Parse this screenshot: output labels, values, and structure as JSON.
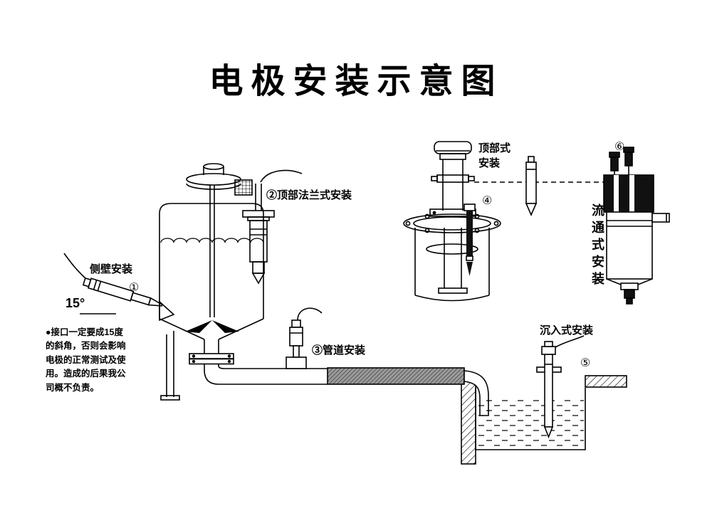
{
  "title": "电极安装示意图",
  "labels": {
    "side_wall_name": "侧壁安装",
    "side_wall_num": "①",
    "angle": "15°",
    "top_flange": "②顶部法兰式安装",
    "pipeline": "③管道安装",
    "top_type_name": "顶部式\n安装",
    "top_type_num": "④",
    "submerged_name": "沉入式安装",
    "submerged_num": "⑤",
    "flow_through_num": "⑥",
    "flow_through_name": "流通式安装"
  },
  "note": "●接口一定要成15度\n的斜角，否则会影响\n电极的正常测试及使\n用。造成的后果我公\n司概不负责。"
}
